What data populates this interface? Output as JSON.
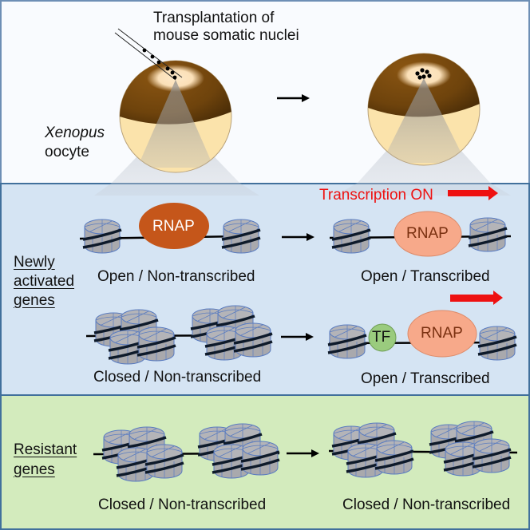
{
  "top": {
    "transplant_line1": "Transplantation of",
    "transplant_line2": "mouse somatic nuclei",
    "oocyte_italic": "Xenopus",
    "oocyte_label": "oocyte"
  },
  "newly": {
    "section_line1": "Newly",
    "section_line2": "activated",
    "section_line3": "genes",
    "transcription_on": "Transcription ON",
    "row1_left_rnap": "RNAP",
    "row1_right_rnap": "RNAP",
    "row1_left_caption": "Open / Non-transcribed",
    "row1_right_caption": "Open / Transcribed",
    "row2_tf": "TF",
    "row2_rnap": "RNAP",
    "row2_left_caption": "Closed / Non-transcribed",
    "row2_right_caption": "Open / Transcribed"
  },
  "resistant": {
    "section_line1": "Resistant",
    "section_line2": "genes",
    "left_caption": "Closed / Non-transcribed",
    "right_caption": "Closed / Non-transcribed"
  },
  "colors": {
    "rnap_active": "#c5561a",
    "rnap_light": "#f7a98a",
    "tf": "#9acb7e",
    "transcription_arrow": "#ee1111",
    "nucleosome": "#a9a9ad",
    "oocyte_animal": "#7a4a0c",
    "oocyte_vegetal": "#fbe2a8"
  }
}
